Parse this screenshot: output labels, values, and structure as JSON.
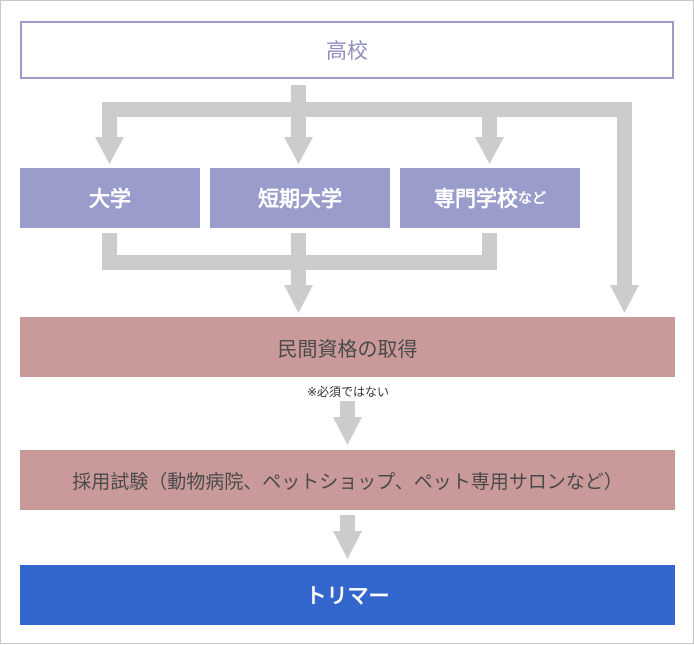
{
  "nodes": {
    "high_school": "高校",
    "university": "大学",
    "junior_college": "短期大学",
    "vocational_school": "専門学校",
    "vocational_suffix": "など",
    "private_license": "民間資格の取得",
    "note": "※必須ではない",
    "employment_exam": "採用試験（動物病院、ペットショップ、ペット専用サロンなど）",
    "trimmer": "トリマー"
  },
  "colors": {
    "high_school_border": "#9b9bc8",
    "school_fill": "#9a9ccb",
    "license_fill": "#c99a99",
    "trimmer_fill": "#3266cc",
    "arrow": "#cccccc"
  }
}
